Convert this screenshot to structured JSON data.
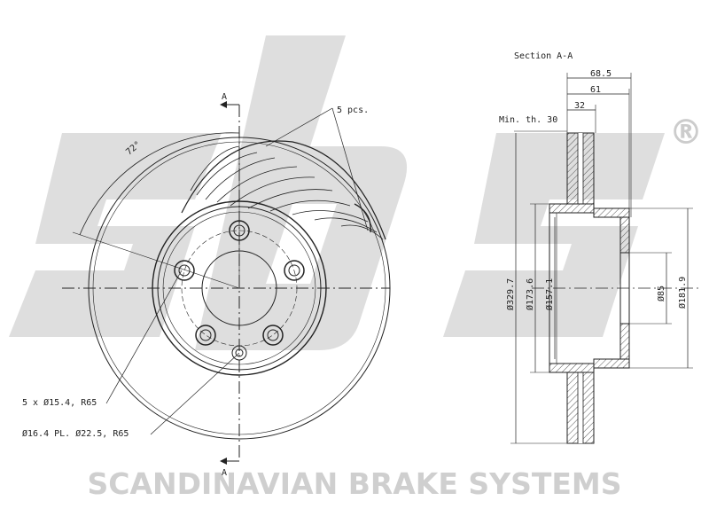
{
  "watermark": {
    "brand": "sbs",
    "registered_mark": "®",
    "company": "SCANDINAVIAN BRAKE SYSTEMS",
    "color": "#c9c9c9"
  },
  "front_view": {
    "section_marker_top": "A",
    "section_marker_bottom": "A",
    "angle_label": "72°",
    "vanes_label": "5 pcs.",
    "bolt_holes_label": "5 x Ø15.4, R65",
    "pilot_hole_label": "Ø16.4 PL. Ø22.5, R65"
  },
  "section_view": {
    "title": "Section A-A",
    "min_thickness": "Min. th. 30",
    "dims": {
      "total_height": "68.5",
      "hat_depth": "61",
      "thickness": "32",
      "outer_diameter": "Ø329.7",
      "d1": "Ø173.6",
      "d2": "Ø157.1",
      "center_bore": "Ø85",
      "d3": "Ø181.9"
    }
  },
  "colors": {
    "line": "#222222",
    "watermark": "#c9c9c9",
    "hatch": "#555555"
  }
}
